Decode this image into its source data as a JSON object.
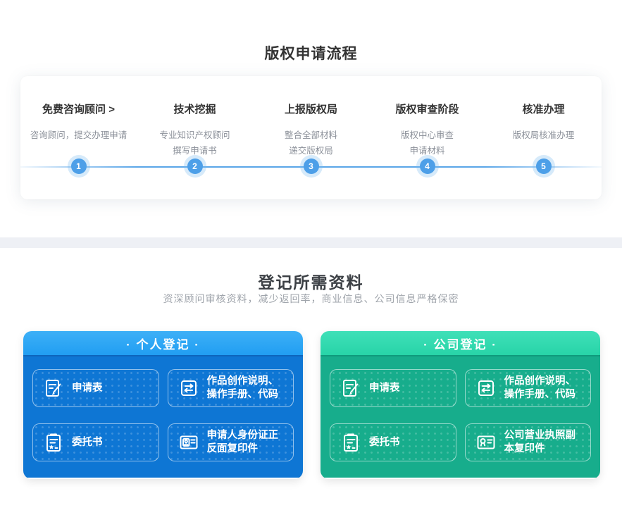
{
  "flow": {
    "title": "版权申请流程",
    "steps": [
      {
        "number": "1",
        "title": "免费咨询顾问 >",
        "line1": "咨询顾问，提交办理申请",
        "line2": ""
      },
      {
        "number": "2",
        "title": "技术挖掘",
        "line1": "专业知识产权顾问",
        "line2": "撰写申请书"
      },
      {
        "number": "3",
        "title": "上报版权局",
        "line1": "整合全部材料",
        "line2": "递交版权局"
      },
      {
        "number": "4",
        "title": "版权审查阶段",
        "line1": "版权中心审查",
        "line2": "申请材料"
      },
      {
        "number": "5",
        "title": "核准办理",
        "line1": "版权局核准办理",
        "line2": ""
      }
    ]
  },
  "materials": {
    "title": "登记所需资料",
    "subtitle": "资深顾问审核资料，减少返回率，商业信息、公司信息严格保密",
    "cards": [
      {
        "title": "· 个人登记 ·",
        "theme": "blue",
        "header_color": "#2aa4f4",
        "body_color": "#0e76d4",
        "items": [
          {
            "label": "申请表",
            "icon": "form-pen-icon"
          },
          {
            "label": "作品创作说明、操作手册、代码",
            "icon": "swap-arrows-icon"
          },
          {
            "label": "委托书",
            "icon": "clipboard-star-icon"
          },
          {
            "label": "申请人身份证正反面复印件",
            "icon": "id-card-icon"
          }
        ]
      },
      {
        "title": "· 公司登记 ·",
        "theme": "green",
        "header_color": "#30d9ae",
        "body_color": "#17ad8c",
        "items": [
          {
            "label": "申请表",
            "icon": "form-pen-icon"
          },
          {
            "label": "作品创作说明、操作手册、代码",
            "icon": "swap-arrows-icon"
          },
          {
            "label": "委托书",
            "icon": "clipboard-star-icon"
          },
          {
            "label": "公司营业执照副本复印件",
            "icon": "license-seal-icon"
          }
        ]
      }
    ]
  },
  "colors": {
    "timeline_blue": "#5aa6e8",
    "dot_blue": "#4d9fe8",
    "divider_gray": "#eef0f5",
    "step_title": "#333333",
    "step_sub": "#8b9099"
  }
}
